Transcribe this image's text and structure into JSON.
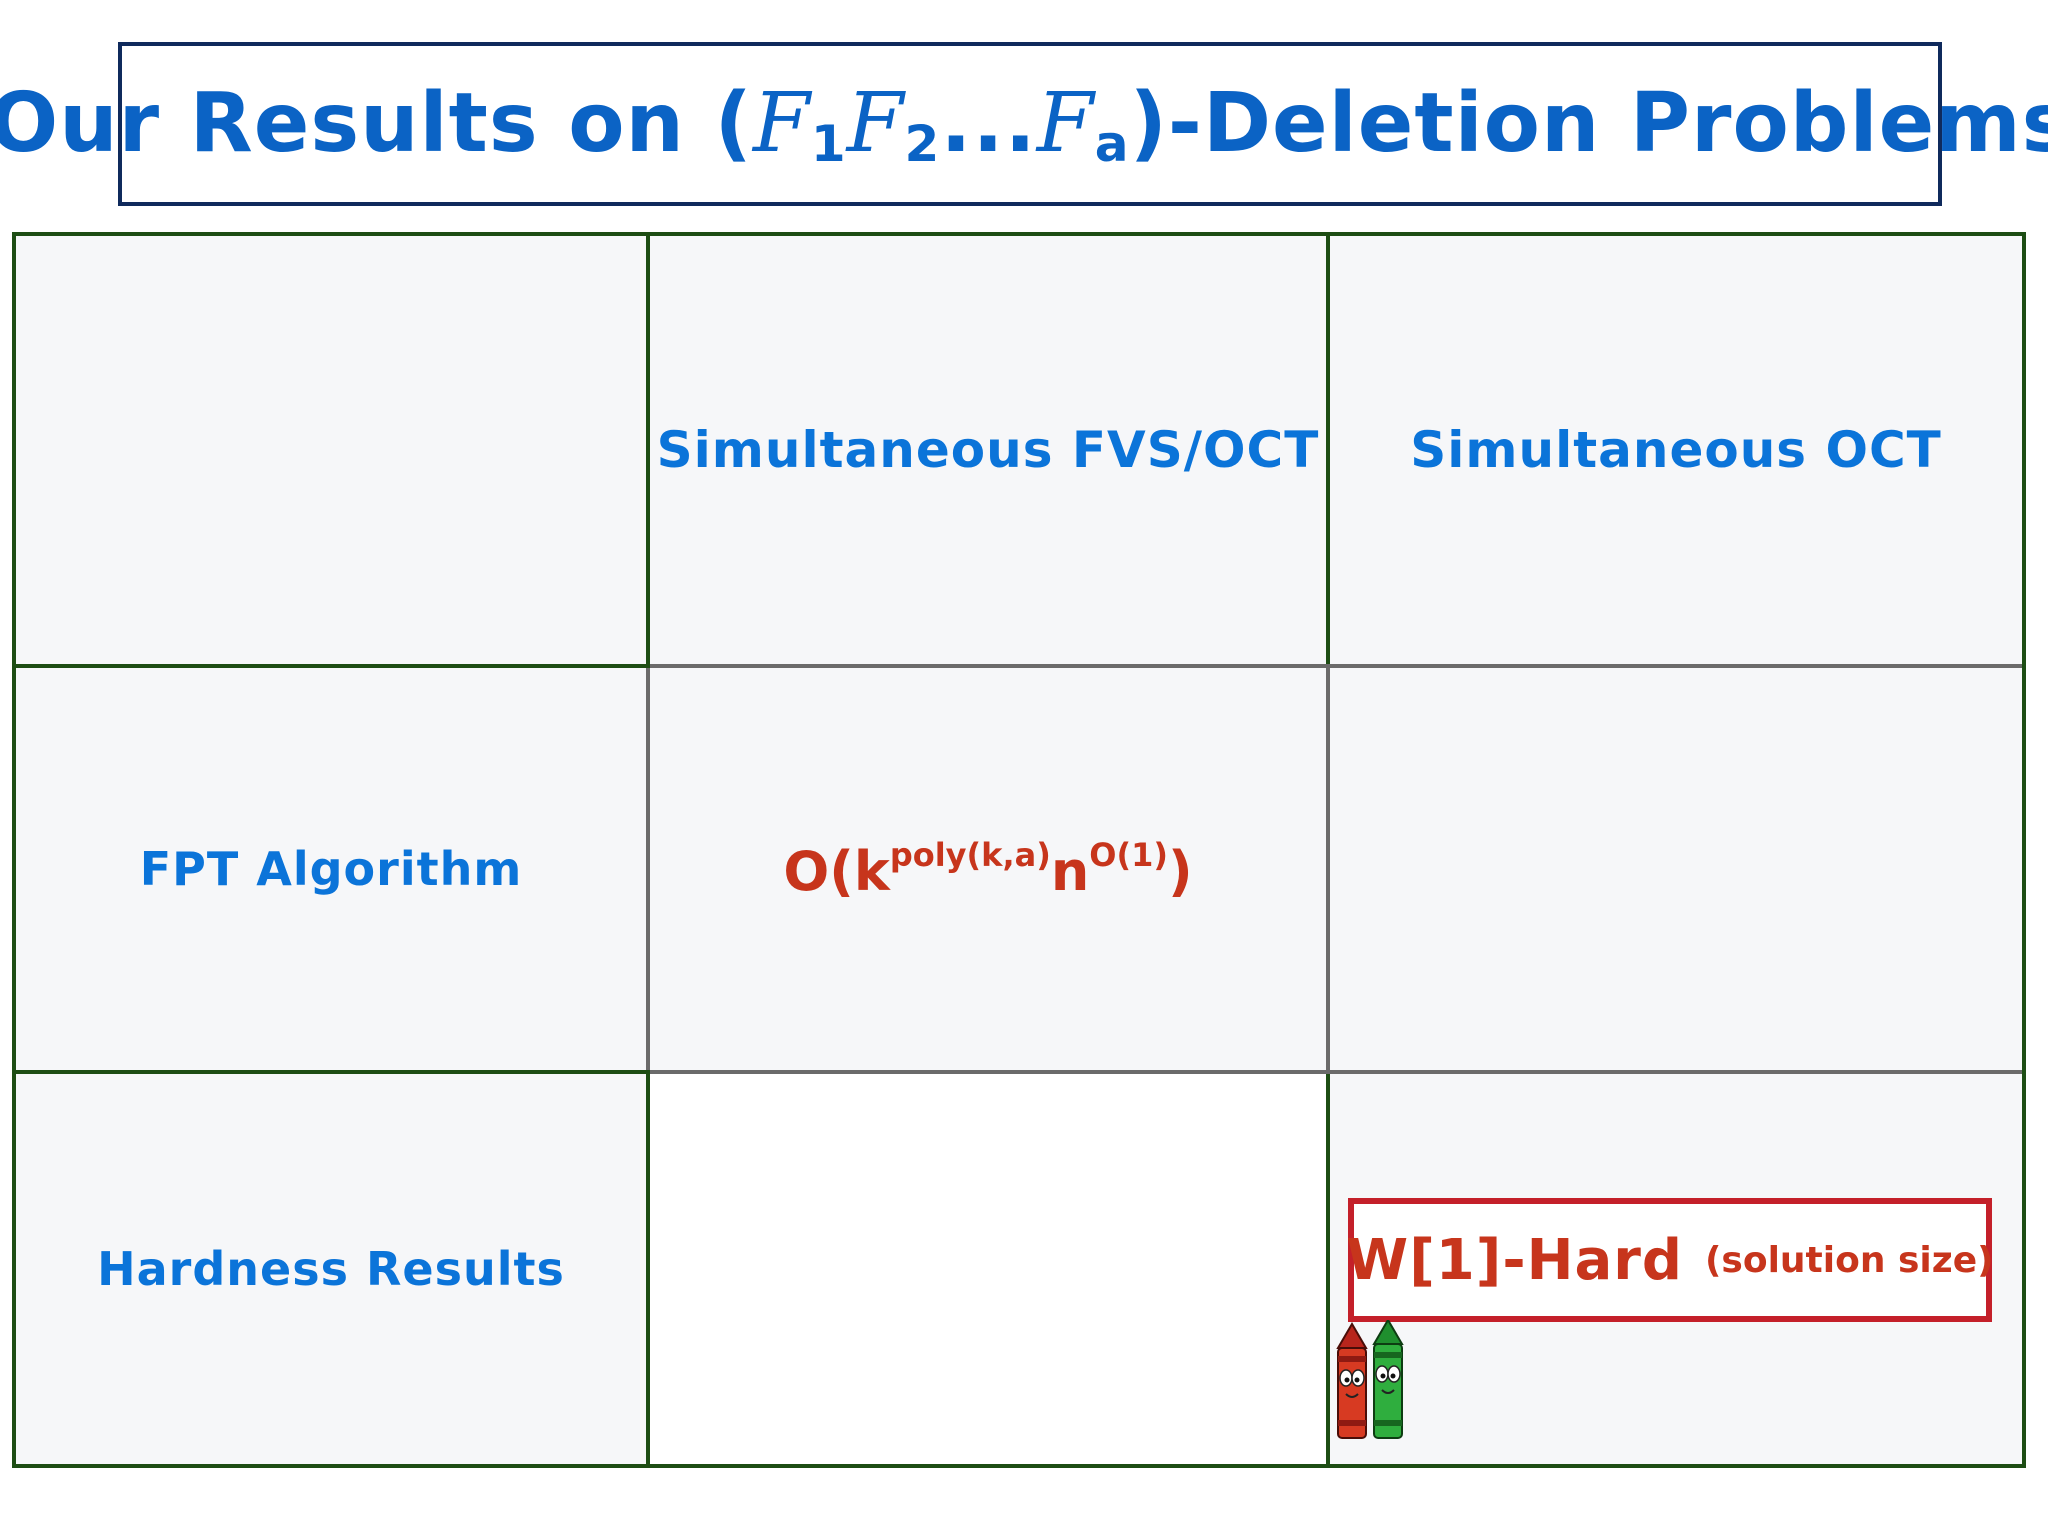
{
  "title": {
    "prefix": "Our Results on (",
    "script_letter": "F",
    "sub1": "1",
    "sub2": "2",
    "ellipsis": "...",
    "sub_a": "a",
    "suffix": ")-Deletion Problems"
  },
  "table": {
    "columns": [
      "",
      "Simultaneous FVS/OCT",
      "Simultaneous OCT"
    ],
    "rows": [
      {
        "label": "FPT Algorithm",
        "fvs_oct": {
          "base": "O(k",
          "exp1": "poly(k,a)",
          "mid": "n",
          "exp2": "O(1)",
          "close": ")"
        },
        "oct": ""
      },
      {
        "label": "Hardness Results",
        "fvs_oct": "",
        "oct": {
          "main": "W[1]-Hard",
          "note": "(solution size)"
        }
      }
    ]
  },
  "colors": {
    "title_blue": "#0b63c5",
    "header_blue": "#0b74d9",
    "result_red": "#c7351c",
    "box_red": "#c4202a",
    "grid_green": "#1d4d14",
    "grid_gray": "#6b6b6b"
  },
  "icons": [
    "red-crayon-icon",
    "green-crayon-icon"
  ]
}
